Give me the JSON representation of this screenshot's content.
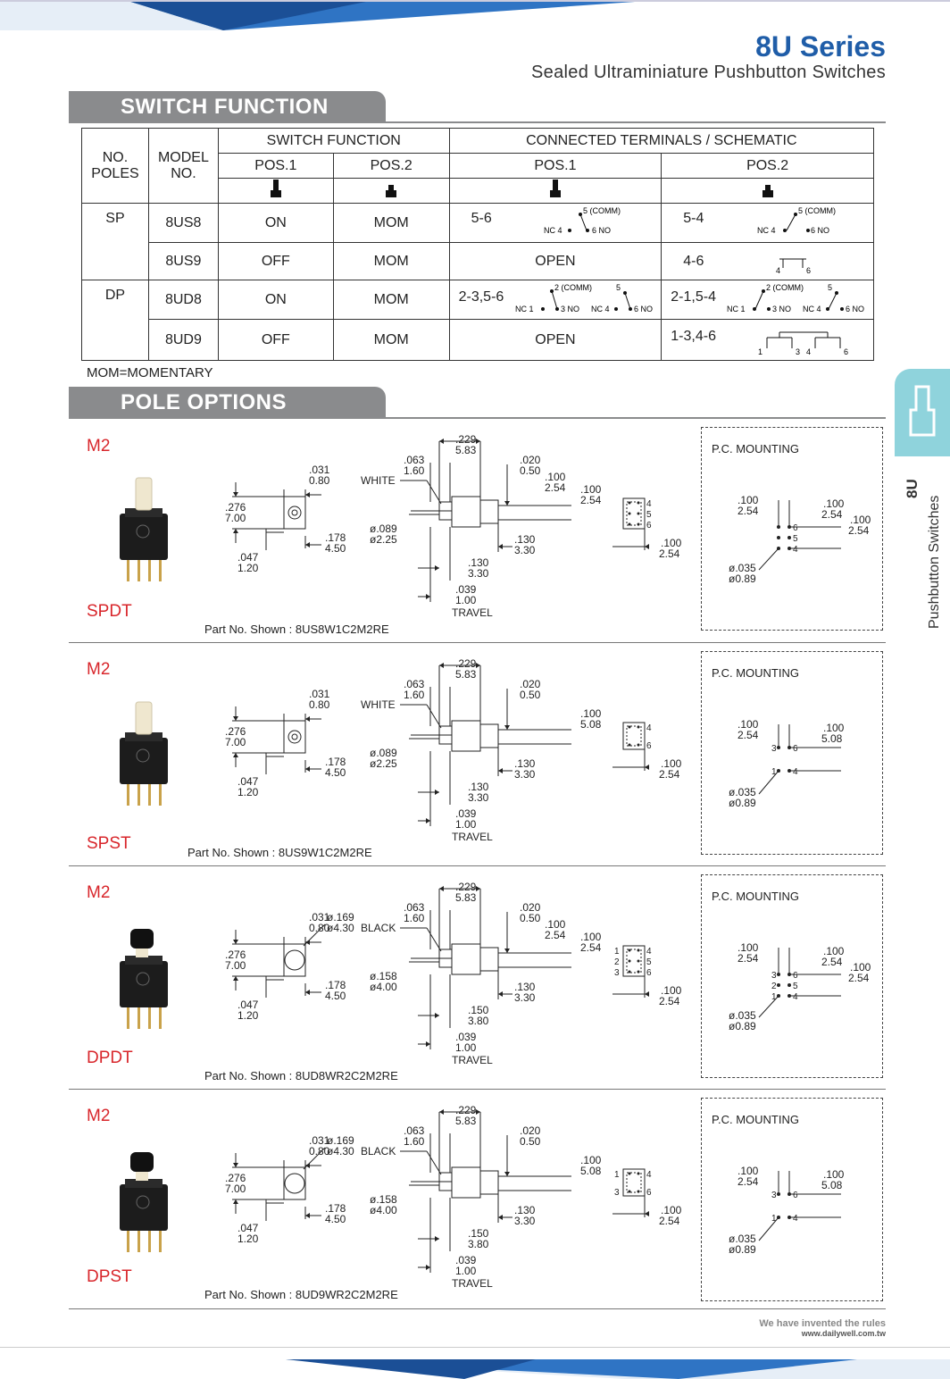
{
  "header": {
    "title": "8U Series",
    "subtitle": "Sealed Ultraminiature Pushbutton Switches"
  },
  "sections": {
    "switch_function": "SWITCH  FUNCTION",
    "pole_options": "POLE  OPTIONS"
  },
  "table": {
    "h_no_poles_1": "NO.",
    "h_no_poles_2": "POLES",
    "h_model_1": "MODEL",
    "h_model_2": "NO.",
    "h_switch_function": "SWITCH FUNCTION",
    "h_connected": "CONNECTED TERMINALS / SCHEMATIC",
    "h_pos1": "POS.1",
    "h_pos2": "POS.2",
    "rows": [
      {
        "poles": "SP",
        "model": "8US8",
        "pos1": "ON",
        "pos2": "MOM",
        "c1": "5-6",
        "c2": "5-4"
      },
      {
        "poles": "",
        "model": "8US9",
        "pos1": "OFF",
        "pos2": "MOM",
        "c1": "OPEN",
        "c2": "4-6"
      },
      {
        "poles": "DP",
        "model": "8UD8",
        "pos1": "ON",
        "pos2": "MOM",
        "c1": "2-3,5-6",
        "c2": "2-1,5-4"
      },
      {
        "poles": "",
        "model": "8UD9",
        "pos1": "OFF",
        "pos2": "MOM",
        "c1": "OPEN",
        "c2": "1-3,4-6"
      }
    ],
    "schematic": {
      "comm5": "5 (COMM)",
      "comm2": "2 (COMM)",
      "nc4": "NC 4",
      "no6": "6 NO",
      "nc1": "NC 1",
      "no3": "3 NO",
      "t4": "4",
      "t6": "6",
      "t1": "1",
      "t3": "3",
      "t5": "5"
    }
  },
  "mom_note": "MOM=MOMENTARY",
  "side_tab": {
    "code": "8U",
    "label": "Pushbutton  Switches"
  },
  "panels": [
    {
      "pole": "M2",
      "type": "SPDT",
      "part": "Part No. Shown : 8US8W1C2M2RE",
      "color": "WHITE"
    },
    {
      "pole": "M2",
      "type": "SPST",
      "part": "Part No. Shown : 8US9W1C2M2RE",
      "color": "WHITE"
    },
    {
      "pole": "M2",
      "type": "DPDT",
      "part": "Part No. Shown : 8UD8WR2C2M2RE",
      "color": "BLACK"
    },
    {
      "pole": "M2",
      "type": "DPST",
      "part": "Part No. Shown : 8UD9WR2C2M2RE",
      "color": "BLACK"
    }
  ],
  "dims": {
    "d031": ".031",
    "d080": "0.80",
    "d276": ".276",
    "d700": "7.00",
    "d047": ".047",
    "d120": "1.20",
    "d178": ".178",
    "d450": "4.50",
    "d063": ".063",
    "d160": "1.60",
    "d229": ".229",
    "d583": "5.83",
    "d020": ".020",
    "d050": "0.50",
    "d100": ".100",
    "d254": "2.54",
    "d508": "5.08",
    "d089": "ø.089",
    "d225": "ø2.25",
    "d169": "ø.169",
    "d430": "ø4.30",
    "d158": "ø.158",
    "d400": "ø4.00",
    "d130": ".130",
    "d330": "3.30",
    "d150": ".150",
    "d380": "3.80",
    "d039": ".039",
    "d100mm": "1.00",
    "travel": "TRAVEL",
    "d035": "ø.035",
    "d089mm": "ø0.89",
    "pc_mounting": "P.C. MOUNTING"
  },
  "footer": {
    "tagline": "We have invented the rules",
    "url": "www.dailywell.com.tw"
  },
  "colors": {
    "brand_blue": "#1f5da8",
    "tab_gray": "#8a8b8d",
    "accent_teal": "#8fd3dc",
    "pole_red": "#d8262b"
  }
}
